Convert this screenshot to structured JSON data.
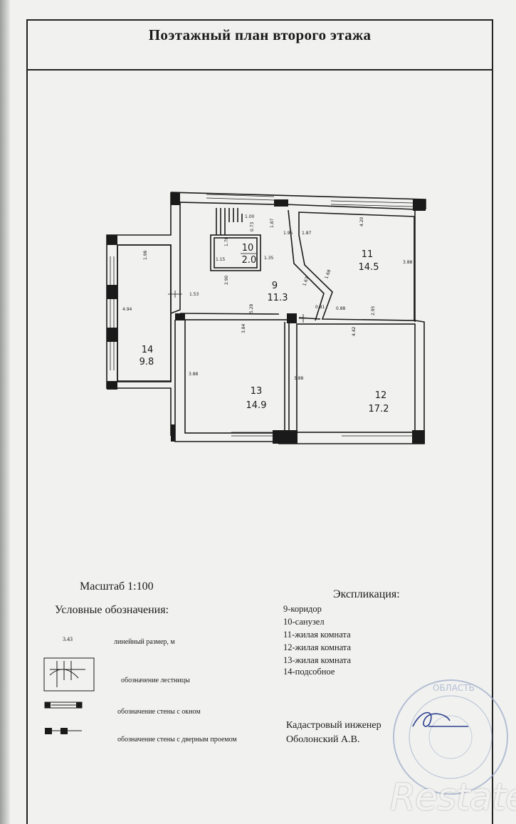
{
  "title": "Поэтажный план второго этажа",
  "rooms": [
    {
      "id": "9",
      "area": "11.3"
    },
    {
      "id": "10",
      "area": "2.0"
    },
    {
      "id": "11",
      "area": "14.5"
    },
    {
      "id": "12",
      "area": "17.2"
    },
    {
      "id": "13",
      "area": "14.9"
    },
    {
      "id": "14",
      "area": "9.8"
    }
  ],
  "dimensions": [
    "1.00",
    "1.87",
    "1.95",
    "1.87",
    "4.20",
    "0.73",
    "1.70",
    "1.15",
    "1.35",
    "2.90",
    "1.53",
    "1.98",
    "4.94",
    "3.88",
    "1.67",
    "1.68",
    "0.81",
    "0.88",
    "2.95",
    "5.28",
    "3.84",
    "4.42",
    "3.88",
    "3.88"
  ],
  "scale": "Масштаб 1:100",
  "legend": {
    "title": "Условные обозначения:",
    "sample_value": "3.43",
    "dimension_label": "линейный размер, м",
    "stairs_label": "обозначение лестницы",
    "window_wall_label": "обозначение стены с окном",
    "door_wall_label": "обозначение стены с дверным проемом"
  },
  "explication": {
    "title": "Экспликация:",
    "items": [
      "9-коридор",
      "10-санузел",
      "11-жилая комната",
      "12-жилая комната",
      "13-жилая комната",
      "14-подсобное"
    ]
  },
  "engineer": {
    "title": "Кадастровый инженер",
    "name": "Оболонский А.В."
  },
  "stamp_text": "ОБЛАСТЬ",
  "watermark": "Restate"
}
